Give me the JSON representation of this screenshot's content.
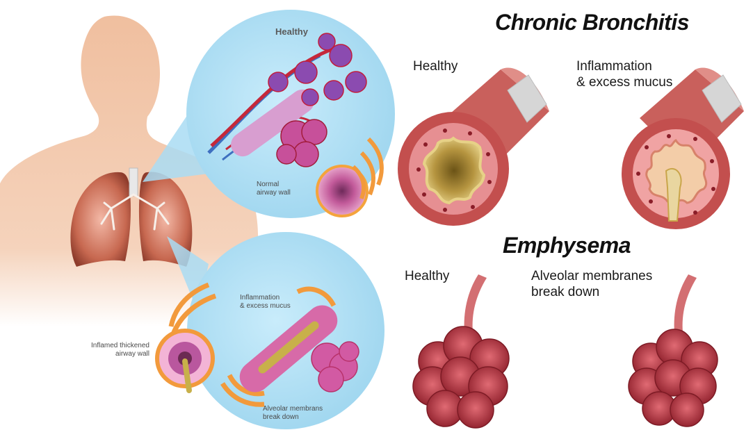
{
  "titles": {
    "chronic_bronchitis": "Chronic Bronchitis",
    "emphysema": "Emphysema"
  },
  "bronchitis_panel": {
    "healthy_label": "Healthy",
    "diseased_label": "Inflammation\n& excess mucus"
  },
  "emphysema_panel": {
    "healthy_label": "Healthy",
    "diseased_label": "Alveolar membranes\nbreak down"
  },
  "left_illustration": {
    "top_circle": {
      "title": "Healthy",
      "airway_label": "Normal\nairway wall"
    },
    "bottom_circle": {
      "inflamed_label": "Inflamed thickened\nairway wall",
      "mucus_label": "Inflammation\n& excess mucus",
      "alveoli_label": "Alveolar membrans\nbreak down"
    }
  },
  "colors": {
    "bubble": "#a9dcf3",
    "skin": "#f1c4a6",
    "airway": "#d76a6a",
    "mucus": "#c8a54a",
    "alveoli": "#c9404a"
  }
}
